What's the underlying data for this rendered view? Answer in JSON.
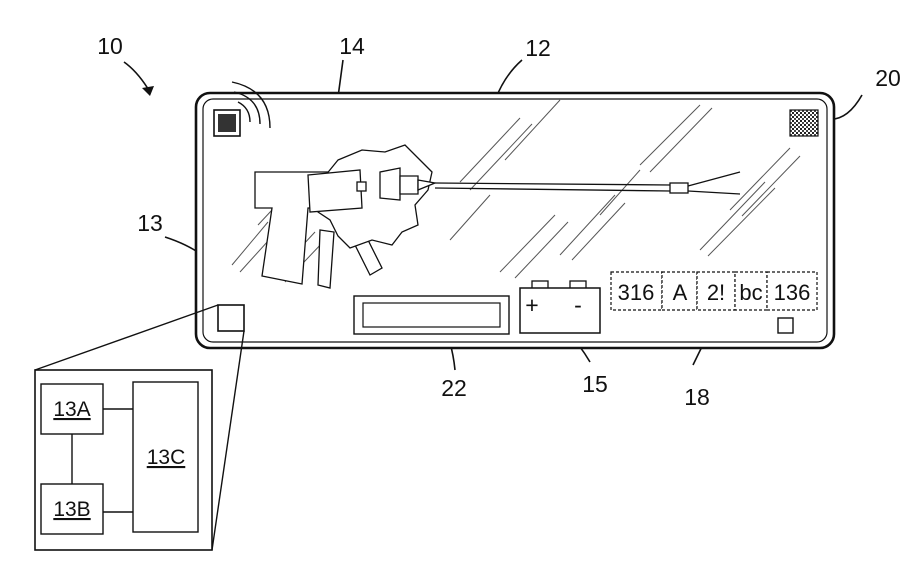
{
  "reference_numerals": {
    "device": "10",
    "housing": "12",
    "module": "13",
    "image": "14",
    "battery": "15",
    "code_field": "18",
    "symbol": "20",
    "strip": "22"
  },
  "battery": {
    "plus": "+",
    "minus": "-"
  },
  "code_cells": [
    "316",
    "A",
    "2!",
    "bc",
    "136"
  ],
  "module_boxes": {
    "a": "13A",
    "b": "13B",
    "c": "13C"
  }
}
